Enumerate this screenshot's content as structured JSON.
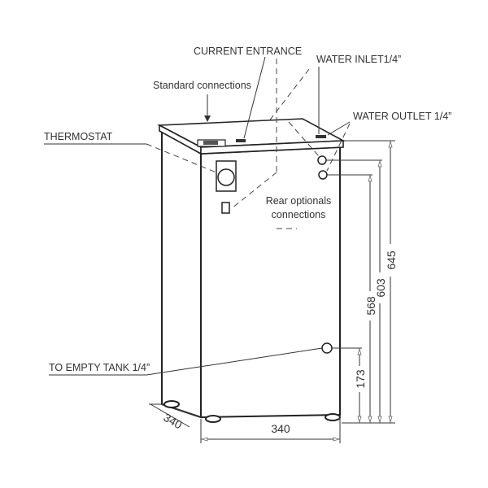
{
  "labels": {
    "current_entrance": "CURRENT ENTRANCE",
    "water_inlet": "WATER INLET1/4”",
    "standard_connections": "Standard connections",
    "water_outlet": "WATER OUTLET 1/4”",
    "thermostat": "THERMOSTAT",
    "rear_optionals_line1": "Rear optionals",
    "rear_optionals_line2": "connections",
    "to_empty_tank": "TO EMPTY TANK 1/4”"
  },
  "dimensions": {
    "total_height": "645",
    "inlet_height": "603",
    "outlet_height": "568",
    "drain_height": "173",
    "width": "340",
    "depth": "340"
  }
}
